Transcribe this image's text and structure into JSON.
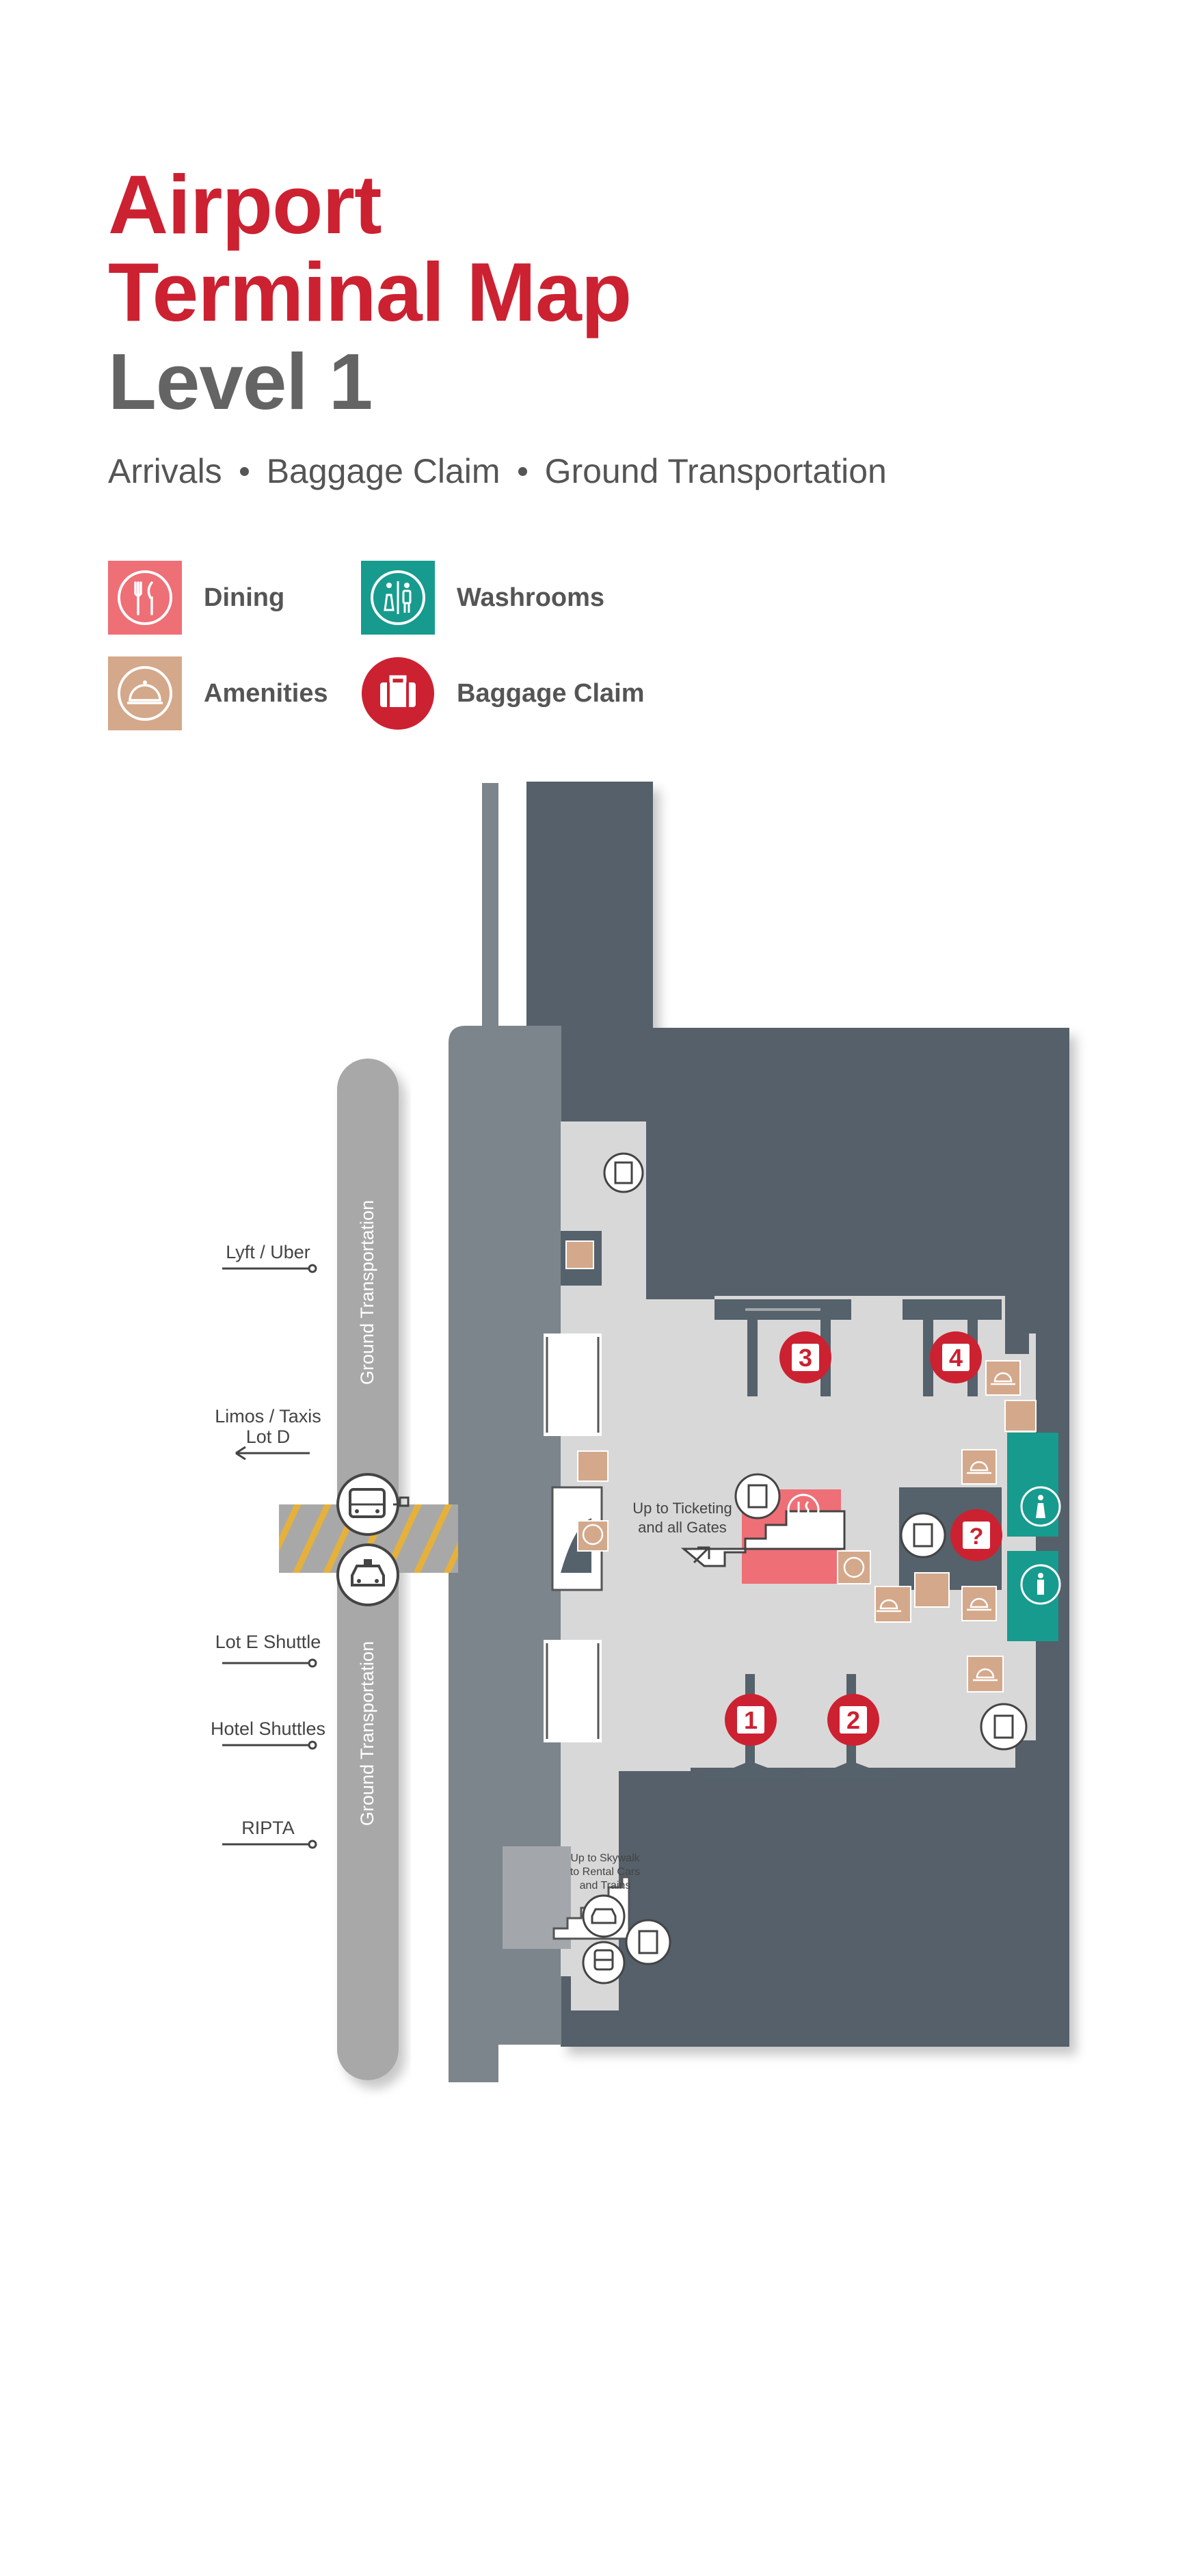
{
  "header": {
    "title_line1": "Airport",
    "title_line2": "Terminal Map",
    "title_line3": "Level 1",
    "subtitle_items": [
      "Arrivals",
      "Baggage Claim",
      "Ground Transportation"
    ]
  },
  "legend": {
    "dining": "Dining",
    "washrooms": "Washrooms",
    "amenities": "Amenities",
    "baggage_claim": "Baggage Claim"
  },
  "map": {
    "ground_transportation_upper": "Ground Transportation",
    "ground_transportation_lower": "Ground Transportation",
    "destinations": {
      "lyft_uber": "Lyft / Uber",
      "limos_taxis": "Limos / Taxis",
      "lot_d": "Lot D",
      "lot_e_shuttle": "Lot E Shuttle",
      "hotel_shuttles": "Hotel Shuttles",
      "ripta": "RIPTA"
    },
    "up_to_ticketing_line1": "Up to Ticketing",
    "up_to_ticketing_line2": "and all Gates",
    "up_to_skywalk_line1": "Up to Skywalk",
    "up_to_skywalk_line2": "to Rental Cars",
    "up_to_skywalk_line3": "and Trains",
    "carousels": [
      "1",
      "2",
      "3",
      "4"
    ],
    "baggage_service_symbol": "?"
  },
  "colors": {
    "title_red": "#cc2131",
    "level_gray": "#646464",
    "dining": "#ee6f76",
    "washrooms": "#179b8e",
    "amenities": "#d4a88a",
    "baggage": "#cc2131",
    "building_dark": "#55616b",
    "road_gray": "#7c858b",
    "floor": "#d9d8d8"
  }
}
